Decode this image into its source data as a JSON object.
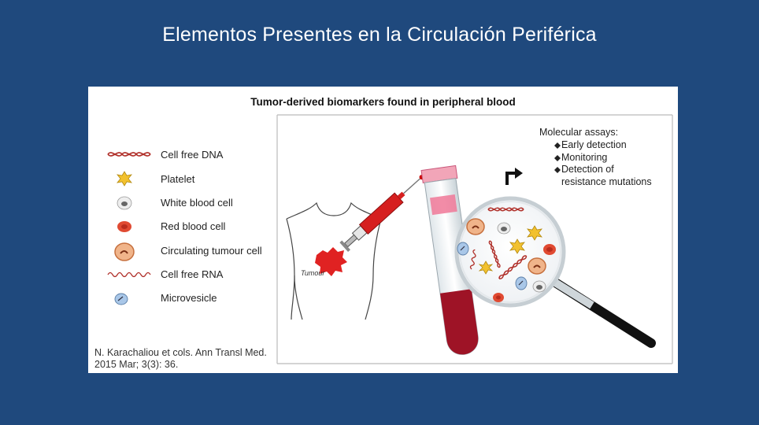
{
  "slide": {
    "title": "Elementos Presentes en la Circulación Periférica"
  },
  "figure": {
    "title": "Tumor-derived biomarkers found in peripheral blood",
    "legend": [
      {
        "label": "Cell free DNA",
        "icon": "dna-helix-icon"
      },
      {
        "label": "Platelet",
        "icon": "platelet-icon"
      },
      {
        "label": "White blood cell",
        "icon": "white-blood-cell-icon"
      },
      {
        "label": "Red blood cell",
        "icon": "red-blood-cell-icon"
      },
      {
        "label": "Circulating tumour cell",
        "icon": "tumour-cell-icon"
      },
      {
        "label": "Cell free RNA",
        "icon": "rna-strand-icon"
      },
      {
        "label": "Microvesicle",
        "icon": "microvesicle-icon"
      }
    ],
    "assays": {
      "heading": "Molecular assays:",
      "items": [
        "Early detection",
        "Monitoring",
        "Detection of"
      ],
      "continuation": "resistance mutations"
    },
    "tumour_label": "Tumour",
    "citation": [
      "N. Karachaliou et cols. Ann Transl Med.",
      "2015 Mar; 3(3): 36."
    ],
    "colors": {
      "background": "#1f497d",
      "dna": "#b0302a",
      "platelet": "#f2c12e",
      "red_cell": "#e04a32",
      "syringe": "#d61f1f",
      "blood": "#9e1326"
    }
  }
}
